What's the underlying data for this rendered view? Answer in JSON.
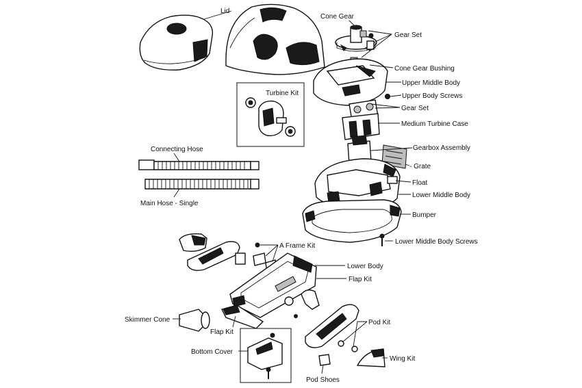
{
  "labels": {
    "lid": "Lid",
    "cone_gear": "Cone Gear",
    "gear_set_top": "Gear Set",
    "cone_gear_bushing": "Cone Gear Bushing",
    "upper_middle_body": "Upper Middle Body",
    "upper_body_screws": "Upper Body Screws",
    "gear_set_mid": "Gear Set",
    "medium_turbine_case": "Medium Turbine Case",
    "turbine_kit": "Turbine Kit",
    "gearbox_assembly": "Gearbox Assembly",
    "grate": "- Grate",
    "float": "Float",
    "lower_middle_body": "Lower Middle Body",
    "bumper": "Bumper",
    "lower_middle_body_screws": "Lower Middle Body Screws",
    "connecting_hose": "Connecting Hose",
    "main_hose_single": "Main Hose - Single",
    "a_frame_kit": "A Frame Kit",
    "lower_body": "Lower Body",
    "flap_kit_right": "Flap Kit",
    "skimmer_cone": "Skimmer Cone",
    "flap_kit_left": "Flap Kit",
    "pod_kit": "Pod Kit",
    "bottom_cover": "Bottom Cover",
    "wing_kit": "Wing Kit",
    "pod_shoes": "Pod Shoes"
  }
}
